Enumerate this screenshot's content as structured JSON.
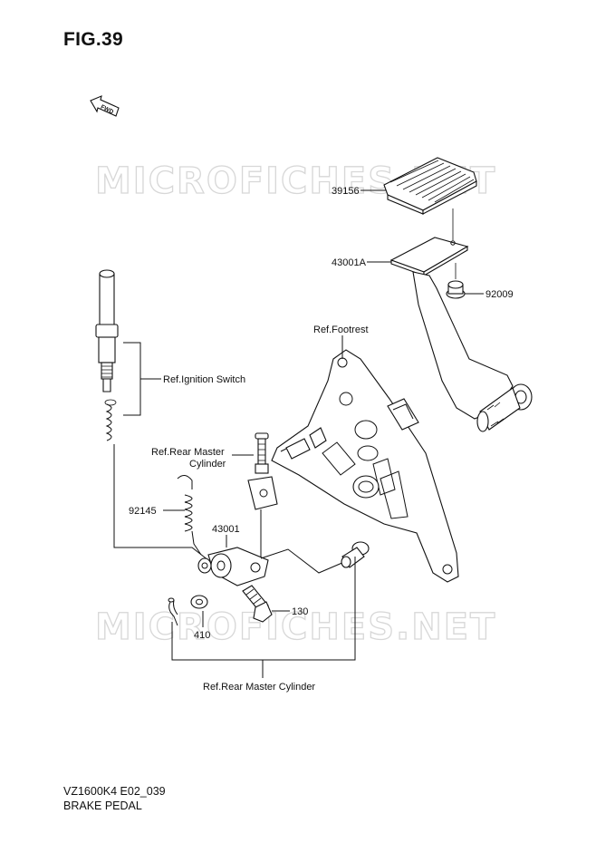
{
  "figure": {
    "title": "FIG.39",
    "fwd_label": "FWD",
    "watermark_top": "MICROFICHES.NET",
    "watermark_bottom": "MICROFICHES.NET"
  },
  "callouts": {
    "c39156": "39156",
    "c43001A": "43001A",
    "c92009": "92009",
    "ref_footrest": "Ref.Footrest",
    "ref_ignition": "Ref.Ignition Switch",
    "ref_rear_master_1": "Ref.Rear Master",
    "ref_rear_master_2": "Cylinder",
    "c92145": "92145",
    "c43001": "43001",
    "c130": "130",
    "c410": "410",
    "ref_rear_master_bottom": "Ref.Rear Master Cylinder"
  },
  "footer": {
    "code": "VZ1600K4 E02_039",
    "name": "BRAKE PEDAL"
  }
}
